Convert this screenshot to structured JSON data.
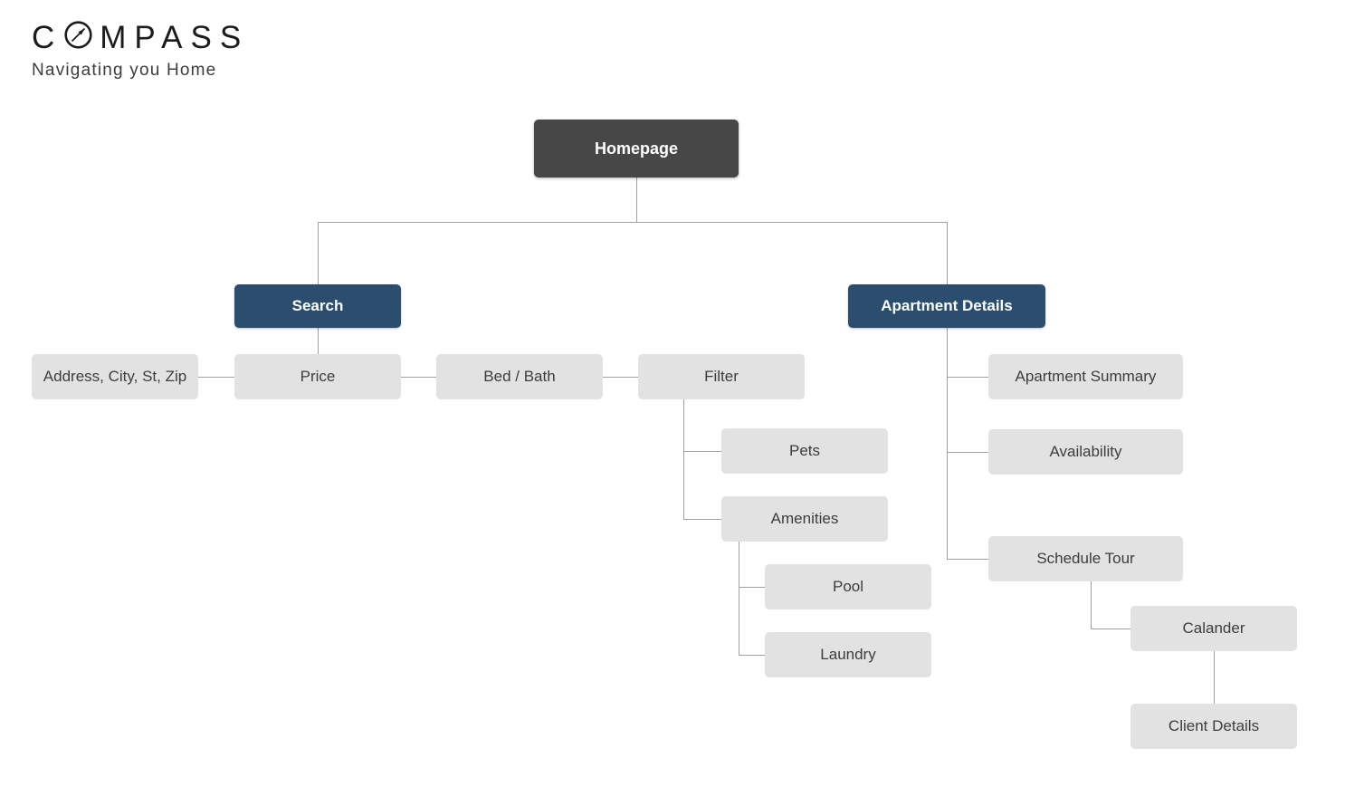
{
  "logo": {
    "brand": "COMPASS",
    "brand_prefix": "C",
    "brand_suffix": "MPASS",
    "tagline": "Navigating you Home"
  },
  "sitemap": {
    "homepage": {
      "label": "Homepage"
    },
    "search": {
      "label": "Search"
    },
    "apartment_details": {
      "label": "Apartment Details"
    },
    "address": {
      "label": "Address, City, St, Zip"
    },
    "price": {
      "label": "Price"
    },
    "bed_bath": {
      "label": "Bed / Bath"
    },
    "filter": {
      "label": "Filter"
    },
    "pets": {
      "label": "Pets"
    },
    "amenities": {
      "label": "Amenities"
    },
    "pool": {
      "label": "Pool"
    },
    "laundry": {
      "label": "Laundry"
    },
    "apartment_summary": {
      "label": "Apartment Summary"
    },
    "availability": {
      "label": "Availability"
    },
    "schedule_tour": {
      "label": "Schedule Tour"
    },
    "calander": {
      "label": "Calander"
    },
    "client_details": {
      "label": "Client Details"
    }
  },
  "colors": {
    "root_fill": "#474747",
    "branch_fill": "#2b4e6e",
    "leaf_fill": "#e2e2e2",
    "leaf_text": "#3d3d3d",
    "line": "#a0a0a0"
  }
}
